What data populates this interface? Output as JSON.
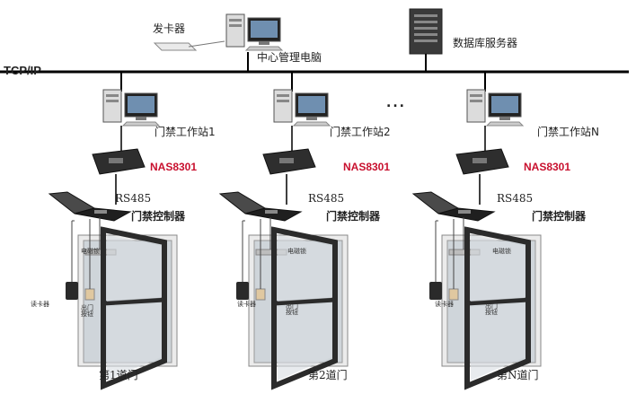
{
  "network": {
    "label": "TCP/IP"
  },
  "top": {
    "card_issuer": "发卡器",
    "center_pc": "中心管理电脑",
    "db_server": "数据库服务器",
    "ellipsis": "..."
  },
  "stations": [
    {
      "workstation": "门禁工作站1",
      "converter": "NAS8301",
      "bus": "RS485",
      "controller": "门禁控制器",
      "lock": "电磁锁",
      "reader": "读卡器",
      "exit_button": "出门按钮",
      "door": "第1道门"
    },
    {
      "workstation": "门禁工作站2",
      "converter": "NAS8301",
      "bus": "RS485",
      "controller": "门禁控制器",
      "lock": "电磁锁",
      "reader": "读卡器",
      "exit_button": "出门按钮",
      "door": "第2道门"
    },
    {
      "workstation": "门禁工作站N",
      "converter": "NAS8301",
      "bus": "RS485",
      "controller": "门禁控制器",
      "lock": "电磁锁",
      "reader": "读卡器",
      "exit_button": "出门按钮",
      "door": "第N道门"
    }
  ],
  "colors": {
    "line": "#000000",
    "converter_red": "#c8102e",
    "door_frame": "#2b2b2b",
    "glass": "#cfd5da"
  }
}
